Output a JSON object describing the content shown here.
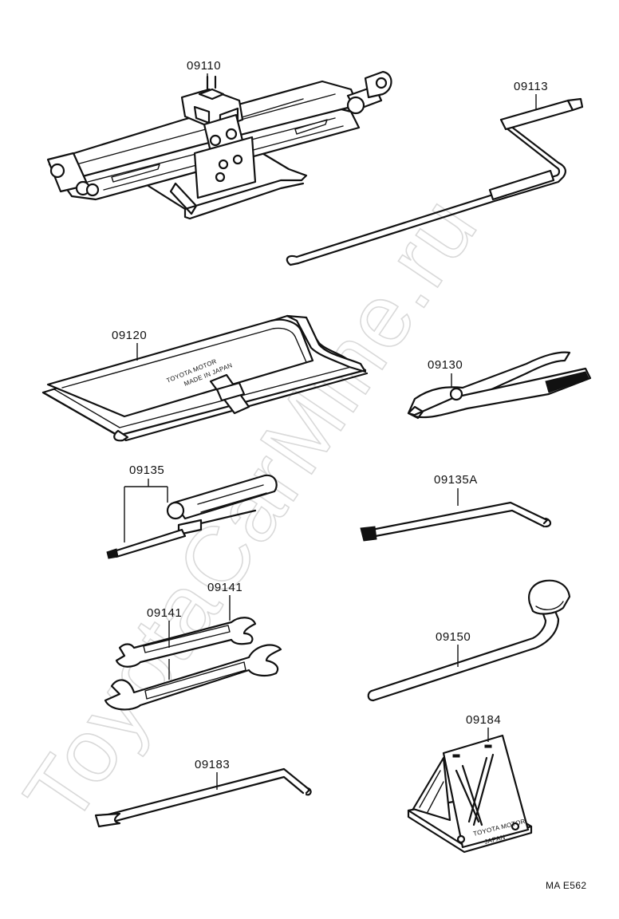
{
  "watermark": "ToyotaCarMine.ru",
  "figure_ref": "MA E562",
  "parts": {
    "jack": "09110",
    "jack_handle": "09113",
    "tool_bag": "09120",
    "pliers": "09130",
    "screwdriver": "09135",
    "screwdriver_bent": "09135A",
    "wrench_upper": "09141",
    "wrench_lower": "09141",
    "hub_nut_wrench": "09150",
    "wheel_cap_lever": "09183",
    "wheel_chock": "09184"
  },
  "embossing": {
    "bag_line1": "TOYOTA MOTOR",
    "bag_line2": "MADE IN JAPAN",
    "chock_line1": "TOYOTA MOTOR",
    "chock_line2": "JAPAN"
  }
}
